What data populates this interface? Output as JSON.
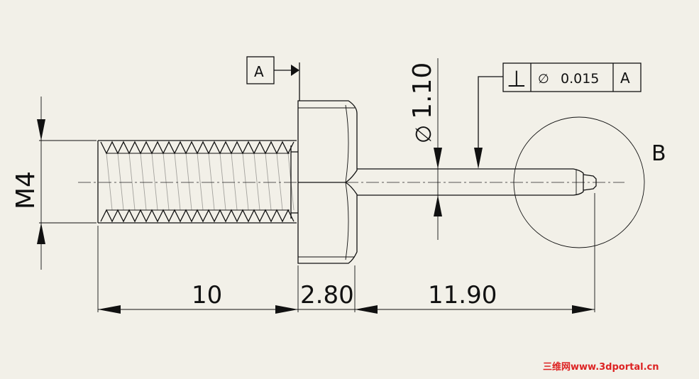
{
  "datum_a": {
    "label": "A"
  },
  "feature_control_frame": {
    "symbol": "⊥",
    "diameter_symbol": "∅",
    "tolerance": "0.015",
    "datum": "A"
  },
  "dimensions": {
    "thread": "M4",
    "pin_diameter_symbol": "∅",
    "pin_diameter": "1.10",
    "thread_length": "10",
    "head_length": "2.80",
    "pin_length": "11.90"
  },
  "detail_label": "B",
  "watermark": "三维网www.3dportal.cn",
  "colors": {
    "background": "#f2f0e8",
    "line": "#111111",
    "watermark": "#dd2222"
  }
}
